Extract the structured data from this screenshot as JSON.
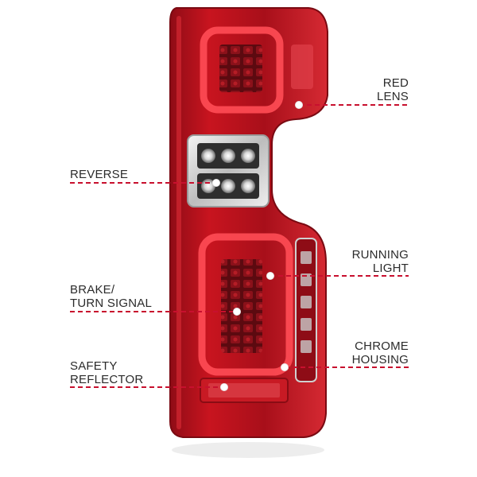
{
  "theme": {
    "accent": "#c8102e",
    "lens_dark": "#6e0a12",
    "lens_mid": "#b3121f",
    "lens_light": "#e2303a",
    "chrome": "#d8d8d8",
    "text": "#2b2b2b"
  },
  "callouts": {
    "red_lens": {
      "line1": "RED",
      "line2": "LENS"
    },
    "reverse": {
      "line1": "REVERSE"
    },
    "running_light": {
      "line1": "RUNNING",
      "line2": "LIGHT"
    },
    "brake_turn_signal": {
      "line1": "BRAKE/",
      "line2": "TURN SIGNAL"
    },
    "chrome_housing": {
      "line1": "CHROME",
      "line2": "HOUSING"
    },
    "safety_reflector": {
      "line1": "SAFETY",
      "line2": "REFLECTOR"
    }
  },
  "icons": {
    "product": "tail-light-assembly-icon",
    "marker": "callout-dot-icon"
  }
}
